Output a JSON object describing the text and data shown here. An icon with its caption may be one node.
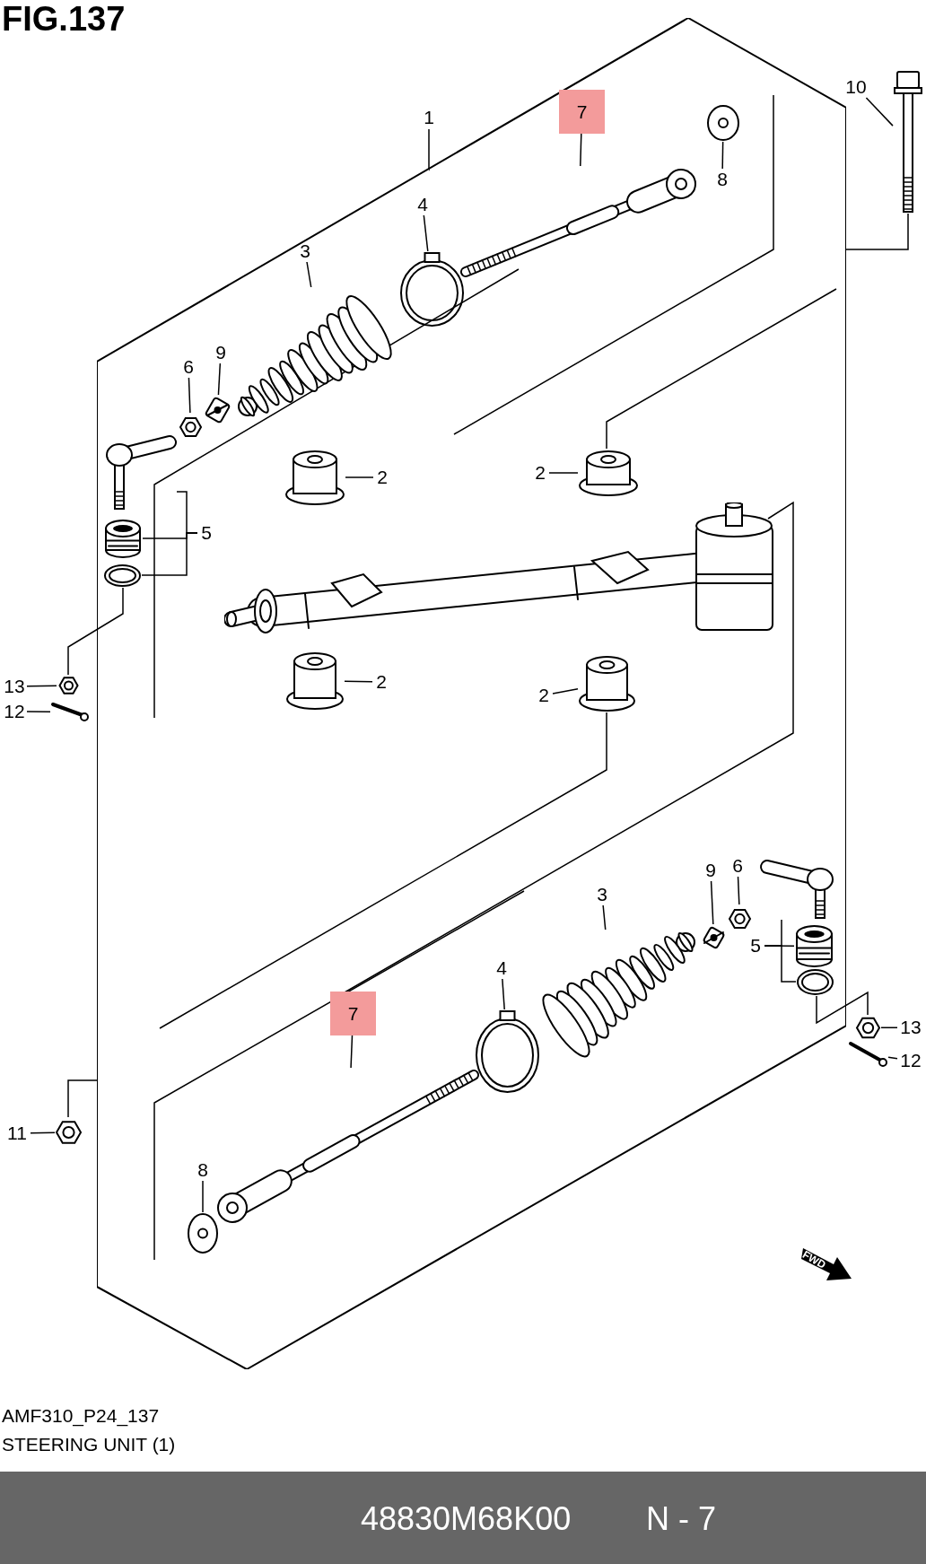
{
  "diagram": {
    "title": "FIG.137",
    "nodes": [
      {
        "text": [],
        "shape": "box"
      },
      {
        "text": [
          "1"
        ]
      },
      {
        "text": [
          "7"
        ],
        "in": 0
      },
      {
        "text": [
          "8"
        ],
        "in": 0
      },
      {
        "text": [
          "10"
        ]
      },
      {
        "text": [
          "4"
        ],
        "in": 0
      },
      {
        "text": [
          "3"
        ],
        "in": 0
      },
      {
        "text": [
          "9"
        ],
        "in": 0
      },
      {
        "text": [
          "6"
        ],
        "in": 0
      },
      {
        "text": [
          "5"
        ],
        "in": 0
      },
      {
        "text": [
          "2"
        ],
        "in": 0
      },
      {
        "text": [
          "2"
        ],
        "in": 0
      },
      {
        "text": [
          "13"
        ]
      },
      {
        "text": [
          "2"
        ],
        "in": 0
      },
      {
        "text": [
          "12"
        ]
      },
      {
        "text": [
          "2"
        ],
        "in": 0
      },
      {
        "text": [
          "6"
        ],
        "in": 0
      },
      {
        "text": [
          "9"
        ],
        "in": 0
      },
      {
        "text": [
          "3"
        ],
        "in": 0
      },
      {
        "text": [
          "5"
        ],
        "in": 0
      },
      {
        "text": [
          "4"
        ],
        "in": 0
      },
      {
        "text": [
          "13"
        ]
      },
      {
        "text": [
          "12"
        ]
      },
      {
        "text": [
          "7"
        ],
        "in": 0
      },
      {
        "text": [
          "11"
        ]
      },
      {
        "text": [
          "8"
        ],
        "in": 0
      },
      {
        "text": [],
        "shape": "picture",
        "in": 0
      },
      {
        "text": [],
        "shape": "picture",
        "in": 0
      },
      {
        "text": [],
        "shape": "picture"
      },
      {
        "text": [],
        "shape": "picture",
        "in": 0
      },
      {
        "text": [],
        "shape": "picture",
        "in": 0
      },
      {
        "text": [],
        "shape": "picture",
        "in": 0
      },
      {
        "text": [],
        "shape": "picture",
        "in": 0
      },
      {
        "text": [],
        "shape": "picture",
        "in": 0
      },
      {
        "text": [],
        "shape": "picture",
        "in": 0
      },
      {
        "text": [],
        "shape": "picture",
        "in": 0
      },
      {
        "text": [],
        "shape": "picture",
        "in": 0
      },
      {
        "text": [],
        "shape": "picture",
        "in": 0
      },
      {
        "text": [],
        "shape": "picture",
        "in": 0
      },
      {
        "text": [],
        "shape": "picture"
      },
      {
        "text": [],
        "shape": "picture",
        "in": 0
      },
      {
        "text": [],
        "shape": "picture"
      },
      {
        "text": [],
        "shape": "picture",
        "in": 0
      },
      {
        "text": [],
        "shape": "picture",
        "in": 0
      },
      {
        "text": [],
        "shape": "picture",
        "in": 0
      },
      {
        "text": [],
        "shape": "picture",
        "in": 0
      },
      {
        "text": [],
        "shape": "picture",
        "in": 0
      },
      {
        "text": [],
        "shape": "picture",
        "in": 0
      },
      {
        "text": [],
        "shape": "picture",
        "in": 0
      },
      {
        "text": [],
        "shape": "picture",
        "in": 0
      },
      {
        "text": [],
        "shape": "picture"
      },
      {
        "text": [],
        "shape": "picture"
      },
      {
        "text": [],
        "shape": "picture",
        "in": 0
      },
      {
        "text": [],
        "shape": "picture"
      },
      {
        "text": [],
        "shape": "picture",
        "in": 0
      }
    ],
    "edges": [
      {
        "from": 1,
        "to": 0,
        "arrow": "none"
      },
      {
        "from": 2,
        "to": 26,
        "arrow": "none"
      },
      {
        "from": 3,
        "to": 27,
        "arrow": "none"
      },
      {
        "from": 4,
        "to": 28,
        "arrow": "none"
      },
      {
        "from": 5,
        "to": 29,
        "arrow": "none"
      },
      {
        "from": 6,
        "to": 30,
        "arrow": "none"
      },
      {
        "from": 7,
        "to": 31,
        "arrow": "none"
      },
      {
        "from": 8,
        "to": 32,
        "arrow": "none"
      },
      {
        "from": 9,
        "to": 33,
        "arrow": "none"
      },
      {
        "from": 9,
        "to": 34,
        "arrow": "none"
      },
      {
        "from": 9,
        "to": 35,
        "arrow": "none"
      },
      {
        "from": 10,
        "to": 36,
        "arrow": "none"
      },
      {
        "from": 11,
        "to": 38,
        "arrow": "none"
      },
      {
        "from": 12,
        "to": 39,
        "arrow": "none"
      },
      {
        "from": 13,
        "to": 40,
        "arrow": "none"
      },
      {
        "from": 14,
        "to": 41,
        "arrow": "none"
      },
      {
        "from": 15,
        "to": 42,
        "arrow": "none"
      },
      {
        "from": 16,
        "to": 44,
        "arrow": "none"
      },
      {
        "from": 17,
        "to": 43,
        "arrow": "none"
      },
      {
        "from": 18,
        "to": 47,
        "arrow": "none"
      },
      {
        "from": 19,
        "to": 45,
        "arrow": "none"
      },
      {
        "from": 19,
        "to": 46,
        "arrow": "none"
      },
      {
        "from": 19,
        "to": 48,
        "arrow": "none"
      },
      {
        "from": 20,
        "to": 49,
        "arrow": "none"
      },
      {
        "from": 21,
        "to": 50,
        "arrow": "none"
      },
      {
        "from": 22,
        "to": 51,
        "arrow": "none"
      },
      {
        "from": 23,
        "to": 52,
        "arrow": "none"
      },
      {
        "from": 24,
        "to": 53,
        "arrow": "none"
      },
      {
        "from": 25,
        "to": 54,
        "arrow": "none"
      },
      {
        "from": 28,
        "to": 0,
        "arrow": "none"
      },
      {
        "from": 39,
        "to": 35,
        "arrow": "none"
      },
      {
        "from": 50,
        "to": 48,
        "arrow": "none"
      },
      {
        "from": 53,
        "to": 0,
        "arrow": "none"
      }
    ],
    "labels": [
      "AMF310_P24_137",
      "STEERING UNIT (1)",
      "FWD",
      "48830M68K00",
      "N - 7"
    ]
  }
}
